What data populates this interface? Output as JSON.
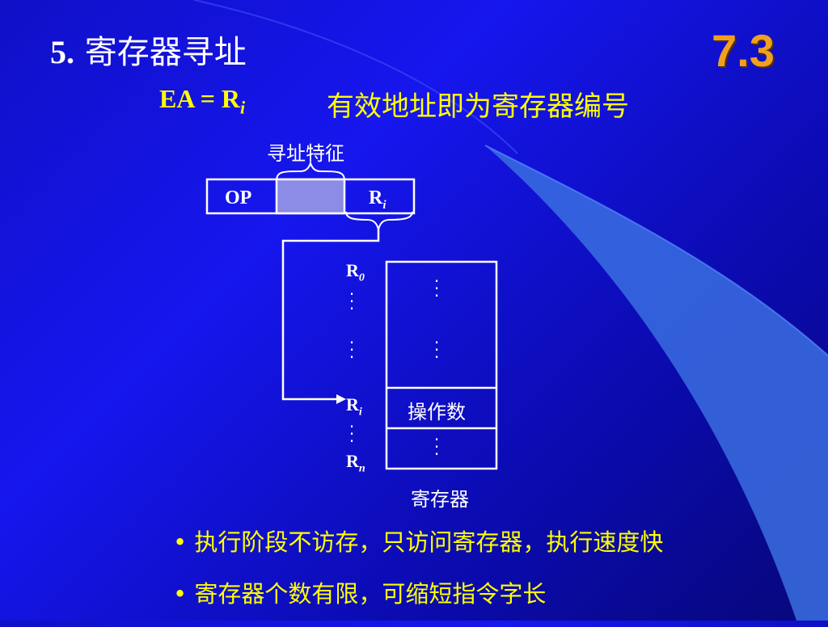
{
  "slide": {
    "title_number": "5.",
    "title_text": "寄存器寻址",
    "section": "7.3"
  },
  "formula": {
    "lhs": "EA = R",
    "subscript": "i",
    "description": "有效地址即为寄存器编号"
  },
  "instruction": {
    "feature_label": "寻址特征",
    "op_label": "OP",
    "ri_base": "R",
    "ri_sub": "i"
  },
  "registers": {
    "r0_base": "R",
    "r0_sub": "0",
    "ri_base": "R",
    "ri_sub": "i",
    "rn_base": "R",
    "rn_sub": "n",
    "operand_label": "操作数",
    "file_label": "寄存器"
  },
  "bullets": [
    "执行阶段不访存，只访问寄存器，执行速度快",
    "寄存器个数有限，可缩短指令字长"
  ],
  "colors": {
    "background": "#1414e0",
    "accent_yellow": "#ffff00",
    "section_orange": "#f0a020",
    "feature_fill": "#8c8ce6",
    "swoosh": "#3a6ee0"
  }
}
